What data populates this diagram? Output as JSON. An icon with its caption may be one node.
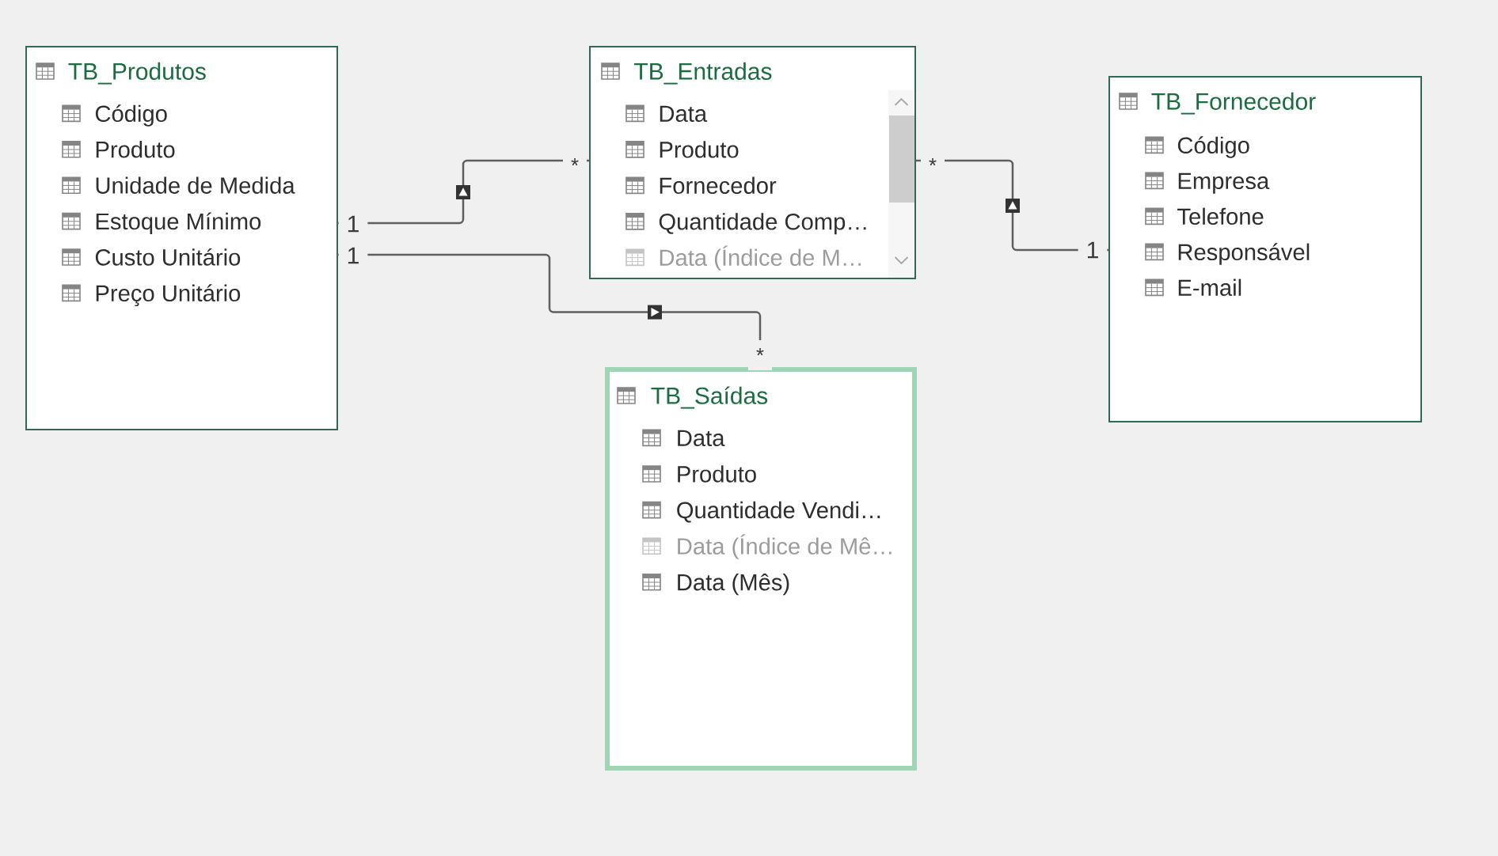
{
  "diagram": {
    "nodes": [
      {
        "text": [
          "TB_Produtos",
          "Código",
          "Produto",
          "Unidade de Medida",
          "Estoque Mínimo",
          "Custo Unitário",
          "Preço Unitário"
        ]
      },
      {
        "text": [
          "TB_Entradas",
          "Data",
          "Produto",
          "Fornecedor",
          "Quantidade Comp…",
          "Data (Índice de M…"
        ]
      },
      {
        "text": [
          "TB_Fornecedor",
          "Código",
          "Empresa",
          "Telefone",
          "Responsável",
          "E-mail"
        ]
      },
      {
        "text": [
          "TB_Saídas",
          "Data",
          "Produto",
          "Quantidade Vendi…",
          "Data (Índice de Mê…",
          "Data (Mês)"
        ]
      }
    ],
    "edges": [
      {
        "from": 0,
        "to": 1,
        "arrow": "to"
      },
      {
        "from": 0,
        "to": 3,
        "arrow": "to"
      },
      {
        "from": 2,
        "to": 1,
        "arrow": "to"
      }
    ],
    "labels": [
      "*",
      "*",
      "1",
      "1",
      "1",
      "*"
    ]
  }
}
